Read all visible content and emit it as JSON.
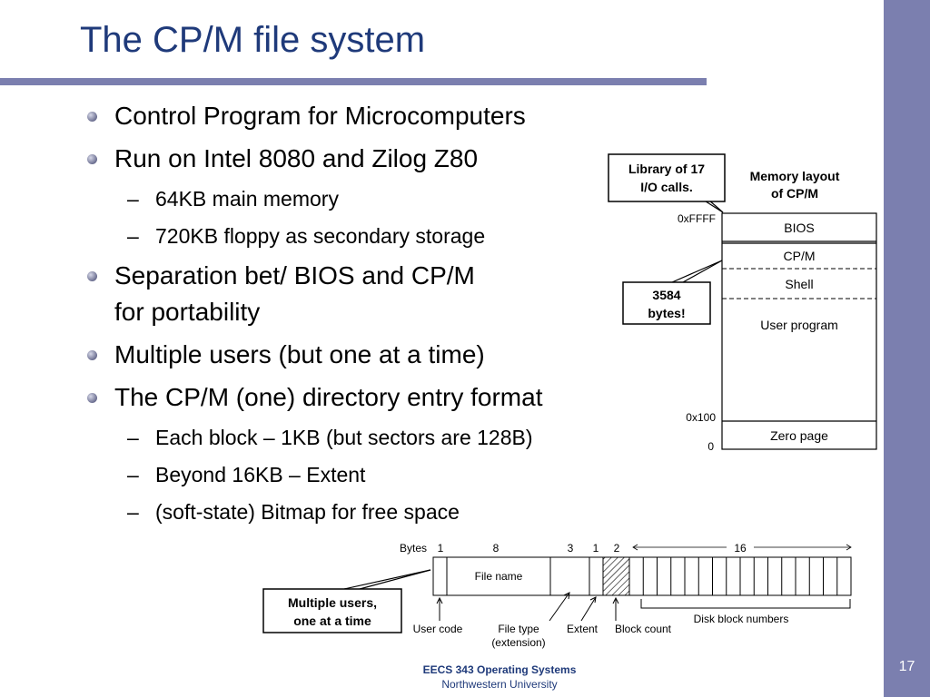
{
  "slide": {
    "title": "The CP/M file system",
    "number": "17",
    "footer": {
      "course": "EECS 343 Operating Systems",
      "university": "Northwestern University"
    }
  },
  "bullets": [
    {
      "level": 1,
      "text": "Control Program for Microcomputers"
    },
    {
      "level": 1,
      "text": "Run on Intel 8080 and Zilog Z80"
    },
    {
      "level": 2,
      "text": "64KB main memory"
    },
    {
      "level": 2,
      "text": "720KB floppy as secondary storage"
    },
    {
      "level": 1,
      "text": "Separation bet/ BIOS and CP/M",
      "text2": "for portability"
    },
    {
      "level": 1,
      "text": "Multiple users (but one at a time)"
    },
    {
      "level": 1,
      "text": "The CP/M (one) directory entry format"
    },
    {
      "level": 2,
      "text": "Each block – 1KB (but sectors are 128B)"
    },
    {
      "level": 2,
      "text": "Beyond 16KB – Extent"
    },
    {
      "level": 2,
      "text": "(soft-state) Bitmap for free space"
    }
  ],
  "memory_layout": {
    "title_line1": "Memory layout",
    "title_line2": "of CP/M",
    "regions": [
      "BIOS",
      "CP/M",
      "Shell",
      "User program",
      "Zero page"
    ],
    "addr_top": "0xFFFF",
    "addr_mid": "0x100",
    "addr_zero": "0"
  },
  "callouts": {
    "library_line1": "Library of 17",
    "library_line2": "I/O calls.",
    "bytes_line1": "3584",
    "bytes_line2": "bytes!",
    "users_line1": "Multiple users,",
    "users_line2": "one at a time"
  },
  "directory_entry": {
    "bytes_label": "Bytes",
    "field_sizes": [
      "1",
      "8",
      "3",
      "1",
      "2",
      "16"
    ],
    "file_name_label": "File name",
    "labels": {
      "user_code": "User code",
      "file_type_line1": "File type",
      "file_type_line2": "(extension)",
      "extent": "Extent",
      "block_count": "Block count",
      "disk_blocks": "Disk block numbers"
    }
  }
}
